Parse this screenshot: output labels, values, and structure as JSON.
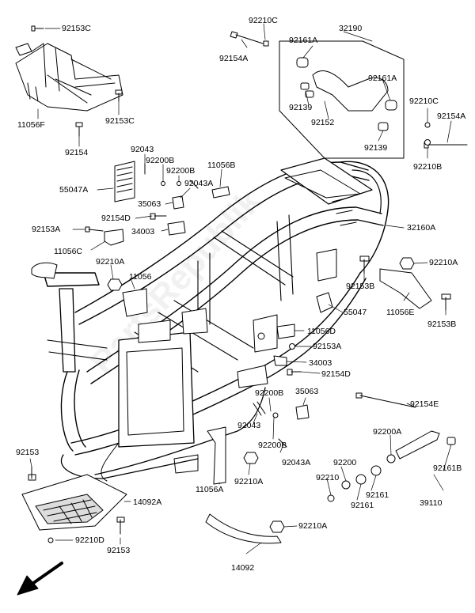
{
  "labels": {
    "p92153C_top": "92153C",
    "p11056F": "11056F",
    "p92153C_mid": "92153C",
    "p92154_left": "92154",
    "p92043_a": "92043",
    "p92200B_a": "92200B",
    "p92200B_b": "92200B",
    "p11056B": "11056B",
    "p55047A": "55047A",
    "p92043A_a": "92043A",
    "p35063_a": "35063",
    "p92154D_a": "92154D",
    "p92153A_a": "92153A",
    "p34003_a": "34003",
    "p11056C": "11056C",
    "p92210A_a": "92210A",
    "p11056": "11056",
    "p92210C_top": "92210C",
    "p92154A_top": "92154A",
    "p32190": "32190",
    "p92161A_a": "92161A",
    "p92161A_b": "92161A",
    "p92139_a": "92139",
    "p92152": "92152",
    "p92139_b": "92139",
    "p92210C_r": "92210C",
    "p92154A_r": "92154A",
    "p92210B_r": "92210B",
    "p32160A": "32160A",
    "p92153B_a": "92153B",
    "p92210A_b": "92210A",
    "p55047": "55047",
    "p11056E": "11056E",
    "p92153B_b": "92153B",
    "p11056D": "11056D",
    "p92153A_b": "92153A",
    "p34003_b": "34003",
    "p92154D_b": "92154D",
    "p92200B_c": "92200B",
    "p35063_b": "35063",
    "p92154E": "92154E",
    "p92043_b": "92043",
    "p92200B_d": "92200B",
    "p92200A": "92200A",
    "p92043A_b": "92043A",
    "p92200": "92200",
    "p92210": "92210",
    "p92161_a": "92161",
    "p92161_b": "92161",
    "p92161B": "92161B",
    "p39110": "39110",
    "p92153_left": "92153",
    "p14092A": "14092A",
    "p11056A": "11056A",
    "p92210A_c": "92210A",
    "p92210A_d": "92210A",
    "p92210D": "92210D",
    "p92153_bot": "92153",
    "p14092": "14092"
  },
  "watermark": "PartsRepublik",
  "colors": {
    "line": "#000000",
    "part_fill": "#ffffff",
    "shade": "#9a9a9a",
    "background": "#ffffff"
  },
  "icons": {
    "front_arrow": "front-direction-arrow"
  }
}
